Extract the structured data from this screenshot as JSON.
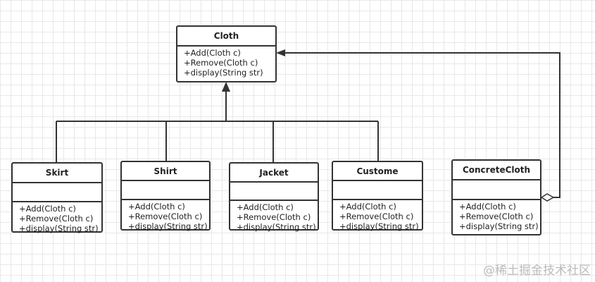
{
  "classes": [
    {
      "name": "Cloth",
      "methods": [
        "+Add(Cloth c)",
        "+Remove(Cloth c)",
        "+display(String str)"
      ]
    },
    {
      "name": "Skirt",
      "methods": [
        "+Add(Cloth c)",
        "+Remove(Cloth c)",
        "+display(String str)"
      ]
    },
    {
      "name": "Shirt",
      "methods": [
        "+Add(Cloth c)",
        "+Remove(Cloth c)",
        "+display(String str)"
      ]
    },
    {
      "name": "Jacket",
      "methods": [
        "+Add(Cloth c)",
        "+Remove(Cloth c)",
        "+display(String str)"
      ]
    },
    {
      "name": "Custome",
      "methods": [
        "+Add(Cloth c)",
        "+Remove(Cloth c)",
        "+display(String str)"
      ]
    },
    {
      "name": "ConcreteCloth",
      "methods": [
        "+Add(Cloth c)",
        "+Remove(Cloth c)",
        "+display(String str)"
      ]
    }
  ],
  "relations": [
    {
      "type": "generalization",
      "from": "Skirt",
      "to": "Cloth"
    },
    {
      "type": "generalization",
      "from": "Shirt",
      "to": "Cloth"
    },
    {
      "type": "generalization",
      "from": "Jacket",
      "to": "Cloth"
    },
    {
      "type": "generalization",
      "from": "Custome",
      "to": "Cloth"
    },
    {
      "type": "aggregation",
      "from": "ConcreteCloth",
      "to": "Cloth"
    }
  ],
  "watermark": "@稀土掘金技术社区"
}
